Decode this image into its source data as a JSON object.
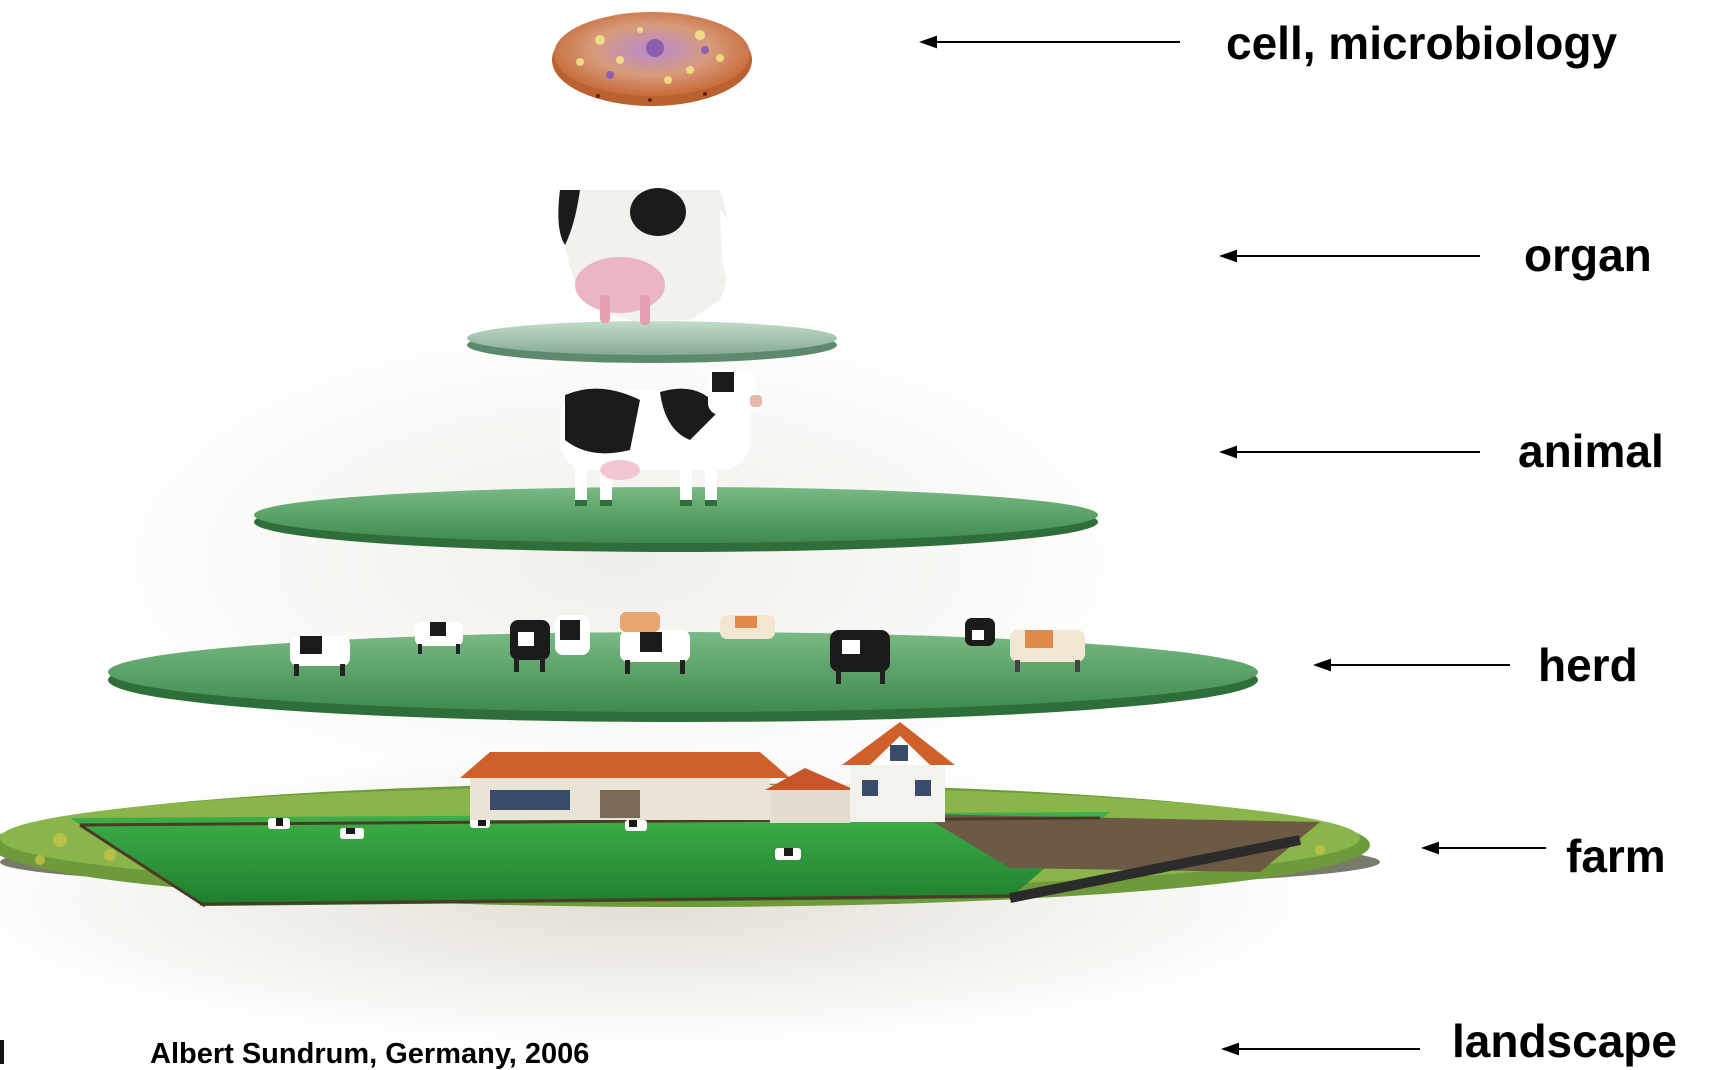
{
  "levels": [
    {
      "label": "cell, microbiology",
      "icon": "cell-icon"
    },
    {
      "label": "organ",
      "icon": "udder-icon"
    },
    {
      "label": "animal",
      "icon": "cow-icon"
    },
    {
      "label": "herd",
      "icon": "herd-icon"
    },
    {
      "label": "farm",
      "icon": "farm-icon"
    },
    {
      "label": "landscape",
      "icon": "landscape-icon"
    }
  ],
  "credit": "Albert Sundrum, Germany, 2006",
  "colors": {
    "text": "#000000",
    "disc_green": "#5ea56a",
    "disc_pale": "#a9c9b3",
    "field_green": "#2f9b3a",
    "roof_orange": "#d0602a",
    "cell_orange": "#d8844e"
  }
}
